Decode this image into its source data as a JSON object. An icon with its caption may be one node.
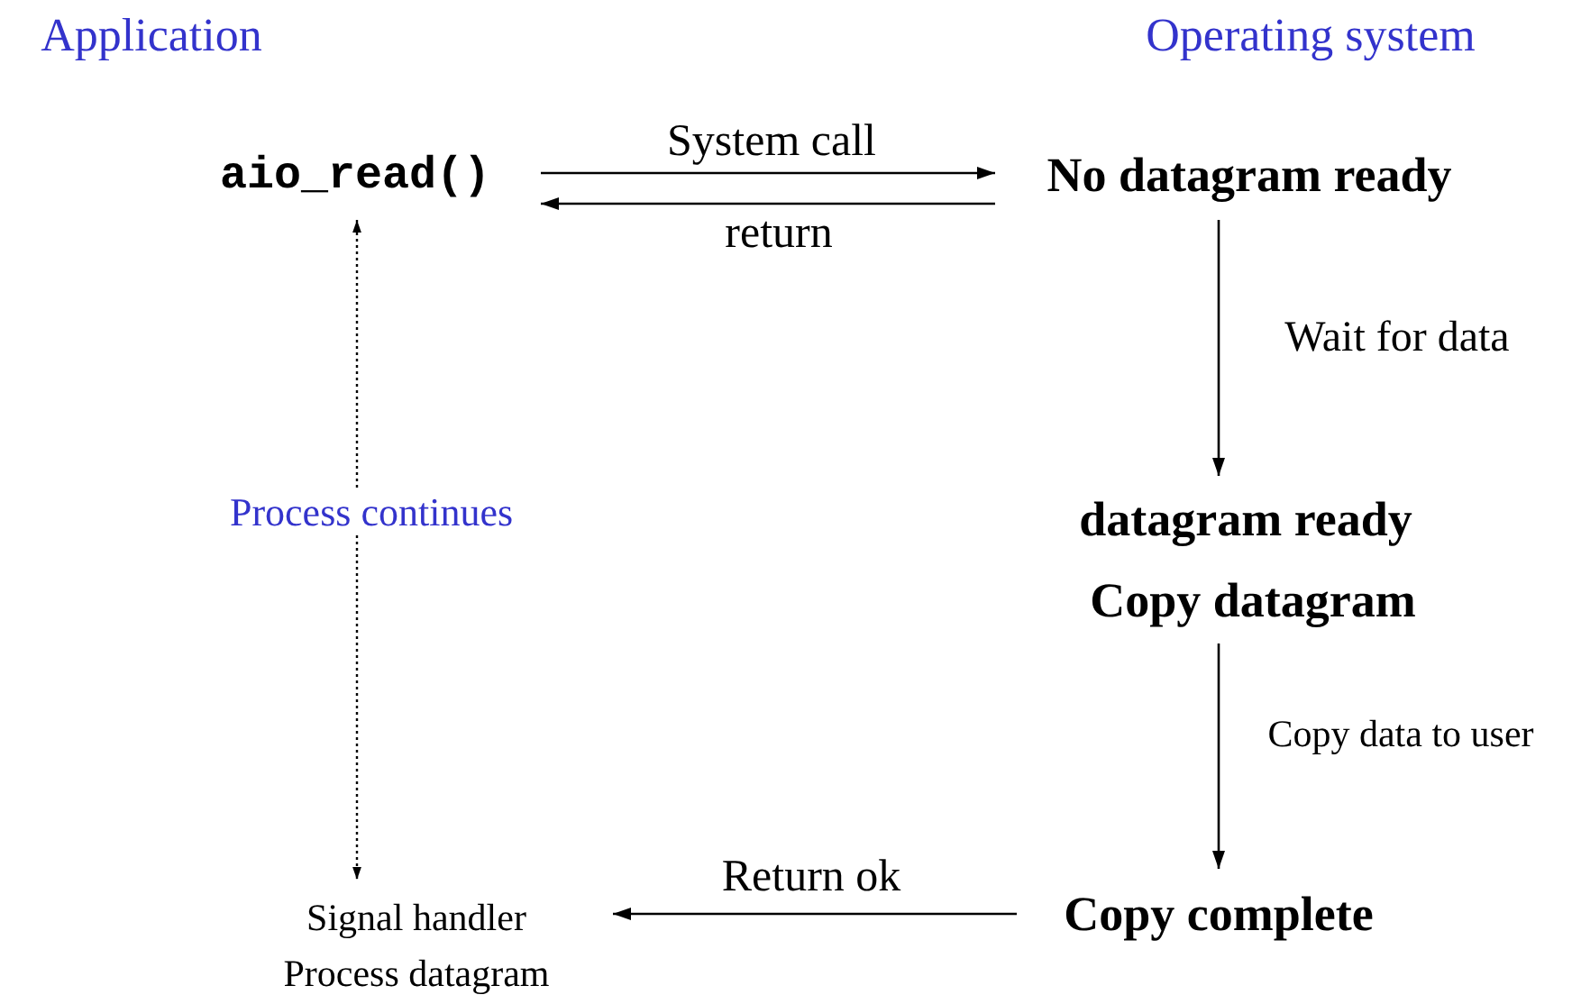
{
  "diagram": {
    "nodes": [
      {
        "text": [
          "aio_read()"
        ]
      },
      {
        "text": [
          "No datagram ready"
        ]
      },
      {
        "text": [
          "datagram ready"
        ]
      },
      {
        "text": [
          "Copy datagram"
        ]
      },
      {
        "text": [
          "Copy complete"
        ]
      },
      {
        "text": [
          "Signal handler",
          "Process datagram"
        ]
      }
    ],
    "edges": [
      {
        "from": 0,
        "to": 1,
        "arrow": "to",
        "label": "System call"
      },
      {
        "from": 1,
        "to": 0,
        "arrow": "to",
        "label": "return"
      },
      {
        "from": 1,
        "to": 2,
        "arrow": "to",
        "label": "Wait for data"
      },
      {
        "from": 3,
        "to": 4,
        "arrow": "to",
        "label": "Copy data to user"
      },
      {
        "from": 4,
        "to": 5,
        "arrow": "to",
        "label": "Return ok"
      },
      {
        "from": 0,
        "to": 5,
        "arrow": "both",
        "label": "Process continues",
        "style": "dashed"
      }
    ],
    "labels": [
      "Application",
      "Operating system"
    ]
  }
}
